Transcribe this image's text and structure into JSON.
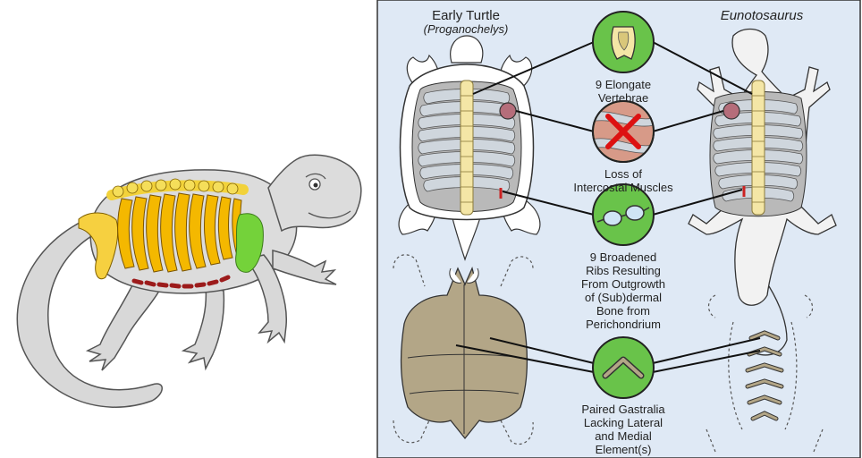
{
  "figure": {
    "left_title": "Early Turtle",
    "left_subtitle": "(Proganochelys)",
    "right_title": "Eunotosaurus",
    "traits": [
      {
        "lines": [
          "9 Elongate",
          "Vertebrae"
        ]
      },
      {
        "lines": [
          "Loss of",
          "Intercostal Muscles"
        ]
      },
      {
        "lines": [
          "9 Broadened",
          "Ribs Resulting",
          "From Outgrowth",
          "of (Sub)dermal",
          "Bone from",
          "Perichondrium"
        ]
      },
      {
        "lines": [
          "Paired Gastralia",
          "Lacking Lateral",
          "and Medial",
          "Element(s)"
        ]
      }
    ]
  },
  "colors": {
    "panel_bg": "#dfe9f5",
    "trait_circle": "#69c34a",
    "carapace": "#b9b9b9",
    "vertebra": "#f4e6a6",
    "gastralia": "#b3a687",
    "rib_yellow": "#f4b800",
    "scapula_green": "#74d23a",
    "gastralia_red": "#9c1b1b"
  }
}
